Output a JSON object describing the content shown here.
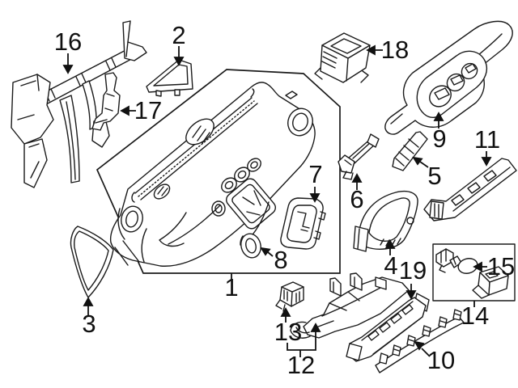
{
  "diagram": {
    "background_color": "#ffffff",
    "line_color": "#1a1a1a",
    "callouts": [
      {
        "number": "1"
      },
      {
        "number": "2"
      },
      {
        "number": "3"
      },
      {
        "number": "4"
      },
      {
        "number": "5"
      },
      {
        "number": "6"
      },
      {
        "number": "7"
      },
      {
        "number": "8"
      },
      {
        "number": "9"
      },
      {
        "number": "10"
      },
      {
        "number": "11"
      },
      {
        "number": "12"
      },
      {
        "number": "13"
      },
      {
        "number": "14"
      },
      {
        "number": "15"
      },
      {
        "number": "16"
      },
      {
        "number": "17"
      },
      {
        "number": "18"
      },
      {
        "number": "19"
      }
    ]
  }
}
